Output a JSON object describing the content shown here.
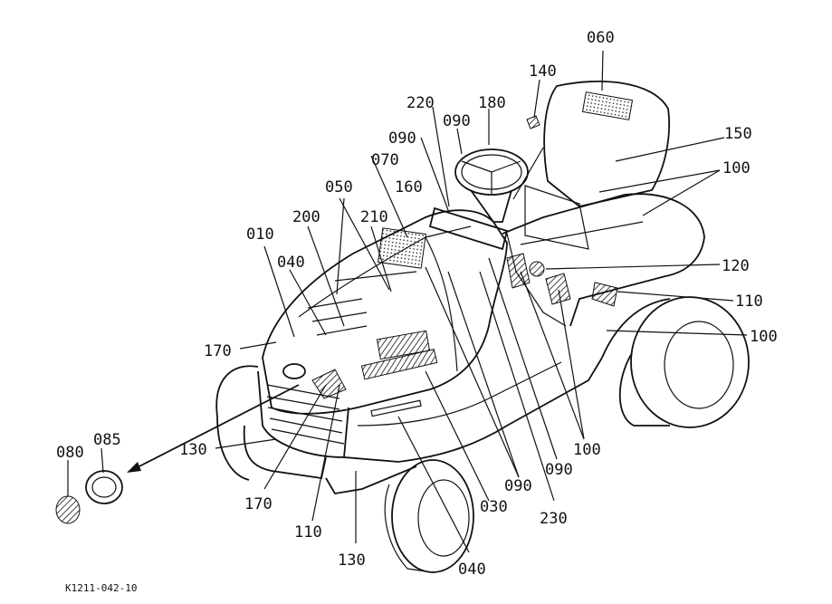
{
  "figure_code": "K1211-042-10",
  "parts": {
    "p010": "010",
    "p030": "030",
    "p040a": "040",
    "p040b": "040",
    "p050": "050",
    "p060": "060",
    "p070": "070",
    "p080": "080",
    "p085": "085",
    "p090a": "090",
    "p090b": "090",
    "p090c": "090",
    "p090d": "090",
    "p100a": "100",
    "p100b": "100",
    "p100c": "100",
    "p110a": "110",
    "p110b": "110",
    "p120": "120",
    "p130a": "130",
    "p130b": "130",
    "p140": "140",
    "p150": "150",
    "p160": "160",
    "p170a": "170",
    "p170b": "170",
    "p180": "180",
    "p200": "200",
    "p210": "210",
    "p220": "220",
    "p230": "230"
  }
}
